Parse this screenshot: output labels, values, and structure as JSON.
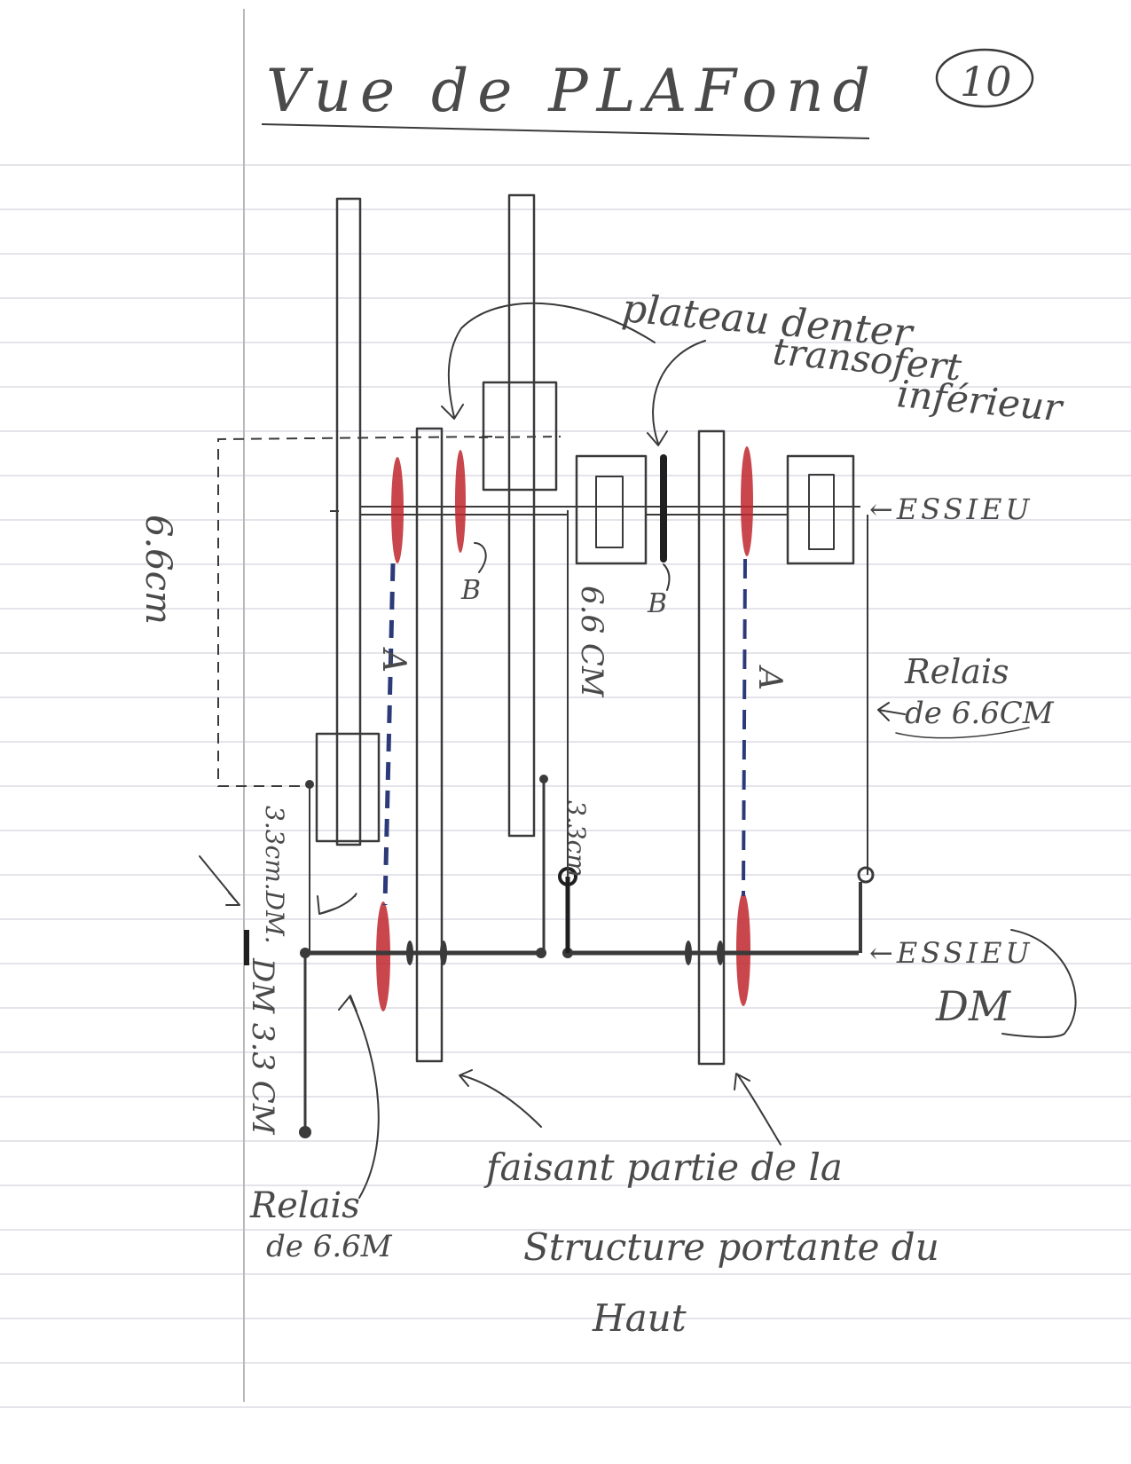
{
  "page": {
    "title": "Vue de PLAFond",
    "number": "10"
  },
  "labels": {
    "plateau": [
      "plateau denter",
      "transofert",
      "inférieur"
    ],
    "essieu_top": "←ESSIEU",
    "essieu_bottom": [
      "←ESSIEU",
      "DM"
    ],
    "relais_right": [
      "Relais",
      "de 6.6CM"
    ],
    "relais_left": [
      "Relais",
      "de 6.6M"
    ],
    "dim_left_dashed": "6.6cm",
    "dim_mid": "6.6 CM",
    "dim_small_left": "3.3cm.DM.",
    "dim_small_mid": "3.3cm",
    "dim_bottom_left": "DM 3.3 CM",
    "label_a": "A",
    "label_b": "B",
    "structure": [
      "faisant partie de la",
      "Structure portante du",
      "Haut"
    ]
  },
  "colors": {
    "ink": "#3a3a3a",
    "red_gear": "#c0262d",
    "blue_dash": "#2d3a7a",
    "rule_line": "#c9c9d4",
    "margin_line": "#b9b9b9"
  }
}
